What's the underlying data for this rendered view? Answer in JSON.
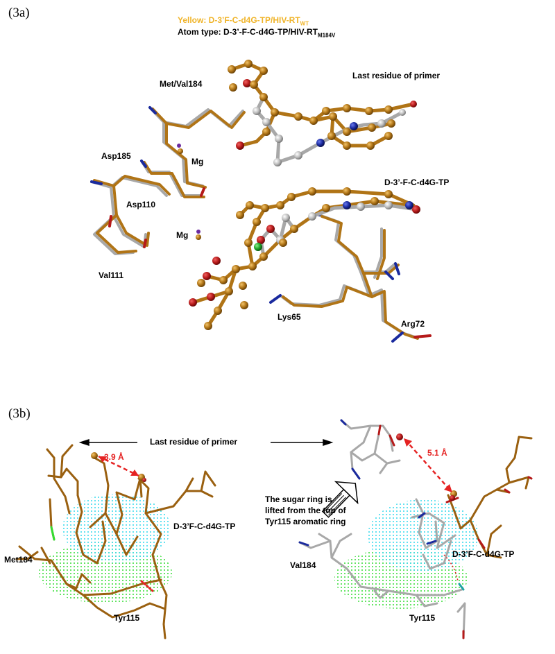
{
  "panel_a": {
    "label": "(3a)",
    "legend_yellow": {
      "text": "Yellow: D-3’F-C-d4G-TP/HIV-RT",
      "sub": "WT",
      "color": "#f0b429"
    },
    "legend_atom": {
      "text": "Atom type: D-3’-F-C-d4G-TP/HIV-RT",
      "sub": "M184V"
    },
    "labels": {
      "last_residue": "Last residue of primer",
      "met_val184": "Met/Val184",
      "asp185": "Asp185",
      "mg_top": "Mg",
      "asp110": "Asp110",
      "mg_bottom": "Mg",
      "val111": "Val111",
      "ligand": "D-3’-F-C-d4G-TP",
      "lys65": "Lys65",
      "arg72": "Arg72"
    }
  },
  "panel_b": {
    "label": "(3b)",
    "left": {
      "last_residue": "Last residue of primer",
      "distance": "3.9 Å",
      "ligand": "D-3’F-C-d4G-TP",
      "met184": "Met184",
      "tyr115": "Tyr115"
    },
    "right": {
      "distance": "5.1 Å",
      "note_line1": "The sugar ring is",
      "note_line2": "lifted from the top of",
      "note_line3": "Tyr115 aromatic ring",
      "ligand": "D-3’F-C-d4G-TP",
      "val184": "Val184",
      "tyr115": "Tyr115"
    }
  },
  "colors": {
    "carbon_gold": "#b07416",
    "carbon_gray": "#a8a8a8",
    "oxygen": "#b51a1a",
    "nitrogen": "#1a2a9e",
    "fluorine": "#1fa42a",
    "magnesium": "#6a2aa0",
    "cyan_dots": "#33d8ec",
    "green_dots": "#33dd33",
    "distance_red": "#e52222"
  }
}
